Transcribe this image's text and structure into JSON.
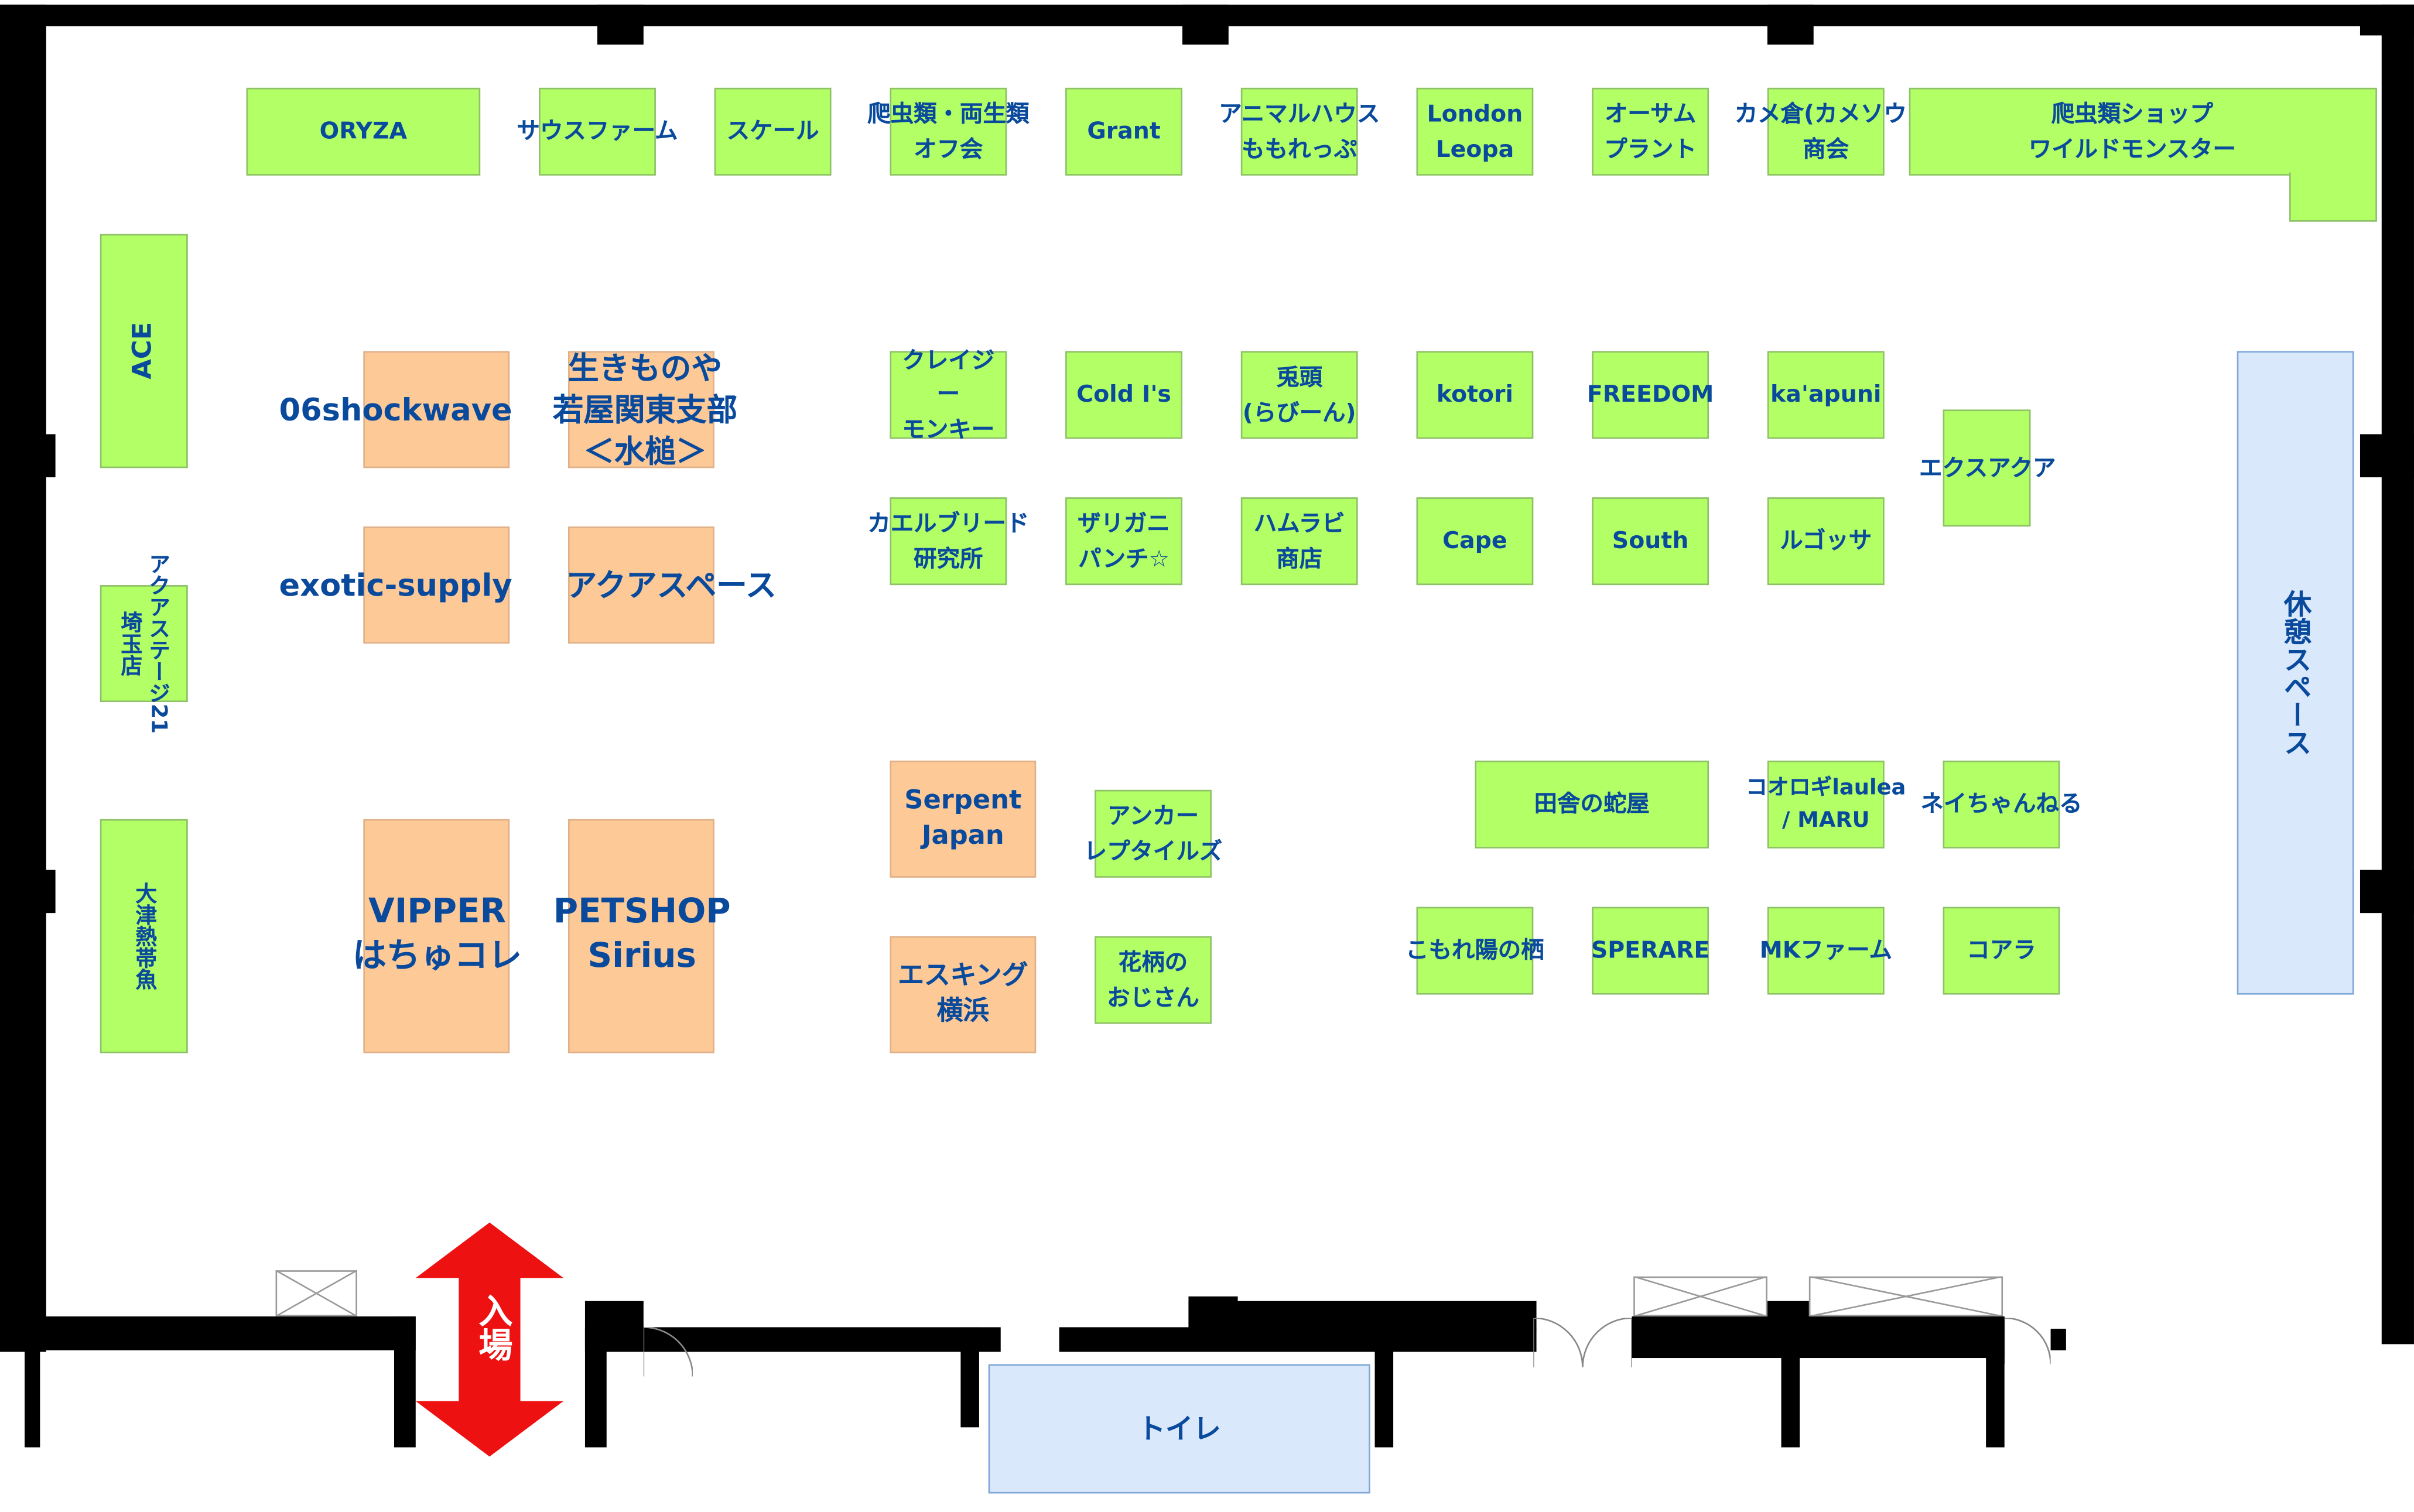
{
  "colors": {
    "small_booth": "#b3ff66",
    "large_booth": "#fdc997",
    "facility": "#dae8fc",
    "label_text": "#0a4a9c",
    "entrance_arrow": "#ee1111",
    "wall": "#000000"
  },
  "booths": {
    "oryza": "ORYZA",
    "sausu_farm": "サウスファーム",
    "scale": "スケール",
    "hachurui_offkai": "爬虫類・両生類\nオフ会",
    "grant": "Grant",
    "animal_house": "アニマルハウス\nももれっぷ",
    "london_leopa": "London\nLeopa",
    "awesome_plant": "オーサム\nプラント",
    "kamekura": "カメ倉(カメソウ)\n商会",
    "wild_monster": "爬虫類ショップ\nワイルドモンスター",
    "ace": "ACE",
    "shockwave": "06shockwave",
    "ikimonoya": "生きものや\n若屋関東支部\n＜水槌＞",
    "exotic_supply": "exotic-supply",
    "aquaspace": "アクアスペース",
    "aquastage": "アクアステージ21\n埼玉店",
    "otsu": "大津熱帯魚",
    "vipper": "VIPPER\nはちゅコレ",
    "petshop_sirius": "PETSHOP\nSirius",
    "crazy_monkey": "クレイジー\nモンキー",
    "cold_is": "Cold I's",
    "rabbit": "兎頭\n(らびーん)",
    "kotori": "kotori",
    "freedom": "FREEDOM",
    "kaapuni": "ka'apuni",
    "exaqua": "エクスアクア",
    "kaeru_breed": "カエルブリード\n研究所",
    "zarigani": "ザリガニ\nパンチ☆",
    "hammurabi": "ハムラビ\n商店",
    "cape": "Cape",
    "south": "South",
    "rugossa": "ルゴッサ",
    "serpent_japan": "Serpent\nJapan",
    "anchor_reptiles": "アンカー\nレプタイルズ",
    "inaka_hebiya": "田舎の蛇屋",
    "koorogi": "コオロギlaulea\n/ MARU",
    "neichan": "ネイちゃんねる",
    "eskin_yokohama": "エスキング\n横浜",
    "hanagara": "花柄の\nおじさん",
    "komorebi": "こもれ陽の栖",
    "sperare": "SPERARE",
    "mk_farm": "MKファーム",
    "koala": "コアラ"
  },
  "facilities": {
    "rest_space": "休憩スペース",
    "toilet": "トイレ",
    "entrance": "入場"
  }
}
